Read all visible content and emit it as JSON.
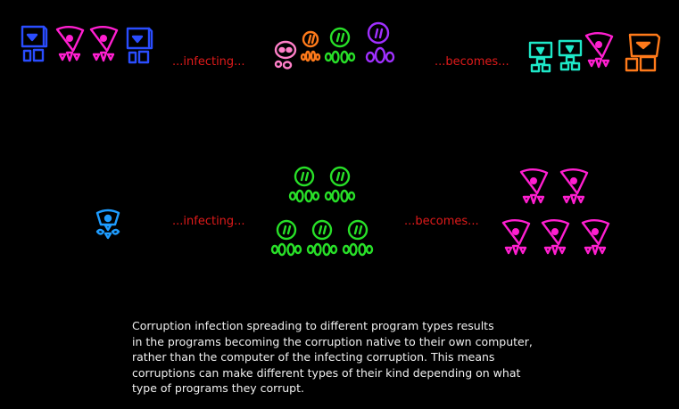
{
  "labels": {
    "infecting_1": "...infecting...",
    "becomes_1": "...becomes...",
    "infecting_2": "...infecting...",
    "becomes_2": "...becomes..."
  },
  "caption": [
    "Corruption infection spreading to different program types results",
    "in the programs becoming the corruption native to their own computer,",
    "rather than the computer of the infecting corruption. This means",
    "corruptions can make different types of their kind depending on what",
    "type of programs they corrupt."
  ],
  "colors": {
    "background": "#000000",
    "label_red": "#e01a1a",
    "caption_white": "#f0f0f0",
    "blue": "#2a4dff",
    "magenta": "#ff1fd0",
    "green": "#28e028",
    "orange": "#ff7a1a",
    "pink": "#ff7fc8",
    "purple": "#a030ff",
    "cyan": "#1ee8c8",
    "light_blue": "#1e9cff"
  },
  "icons": [
    "blue-monitor-creature-icon",
    "magenta-triangle-creature-icon",
    "green-capsule-creature-icon",
    "orange-monitor-creature-icon",
    "pink-skull-creature-icon",
    "purple-capsule-creature-icon",
    "cyan-monitor-creature-icon",
    "light-blue-small-creature-icon"
  ]
}
